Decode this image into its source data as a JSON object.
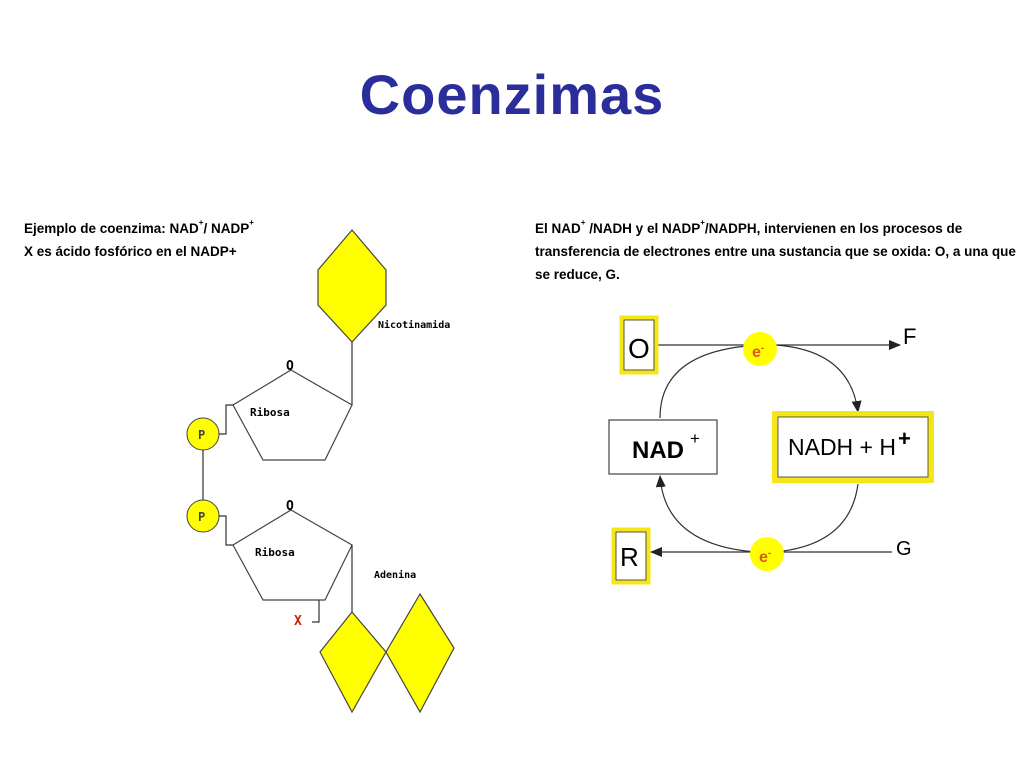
{
  "title": "Coenzimas",
  "left_panel": {
    "caption_line1_prefix": "Ejemplo de coenzima: NAD",
    "caption_line1_sup1": "+",
    "caption_line1_mid": "/ NADP",
    "caption_line1_sup2": "+",
    "caption_line2": "X es ácido fosfórico en el NADP+",
    "labels": {
      "nicotinamida": "Nicotinamida",
      "ribosa_top": "Ribosa",
      "ribosa_bottom": "Ribosa",
      "oxygen_top": "O",
      "oxygen_bottom": "O",
      "phosphate_top": "P",
      "phosphate_bottom": "P",
      "adenina": "Adenina",
      "x": "X"
    }
  },
  "right_panel": {
    "caption_a": "El  NAD",
    "caption_sup1": "+",
    "caption_b": " /NADH y el  NADP",
    "caption_sup2": "+",
    "caption_c": "/NADPH,   intervienen en los procesos de",
    "caption_line2": "transferencia de electrones entre una sustancia que se oxida: O, a una que",
    "caption_line3": "se reduce, G.",
    "diagram": {
      "box_o": "O",
      "box_r": "R",
      "label_f": "F",
      "label_g": "G",
      "electron_top": "e",
      "electron_top_sup": "-",
      "electron_bottom": "e",
      "electron_bottom_sup": "-",
      "nad": "NAD",
      "nad_sup": "+",
      "nadh": "NADH + H",
      "nadh_sup": "+"
    }
  },
  "colors": {
    "title": "#2b2e9a",
    "yellow": "#ffff00",
    "yellow_fill": "#f5e61a",
    "electron_text": "#e0581c",
    "x_label": "#cc2200",
    "stroke": "#333333"
  }
}
